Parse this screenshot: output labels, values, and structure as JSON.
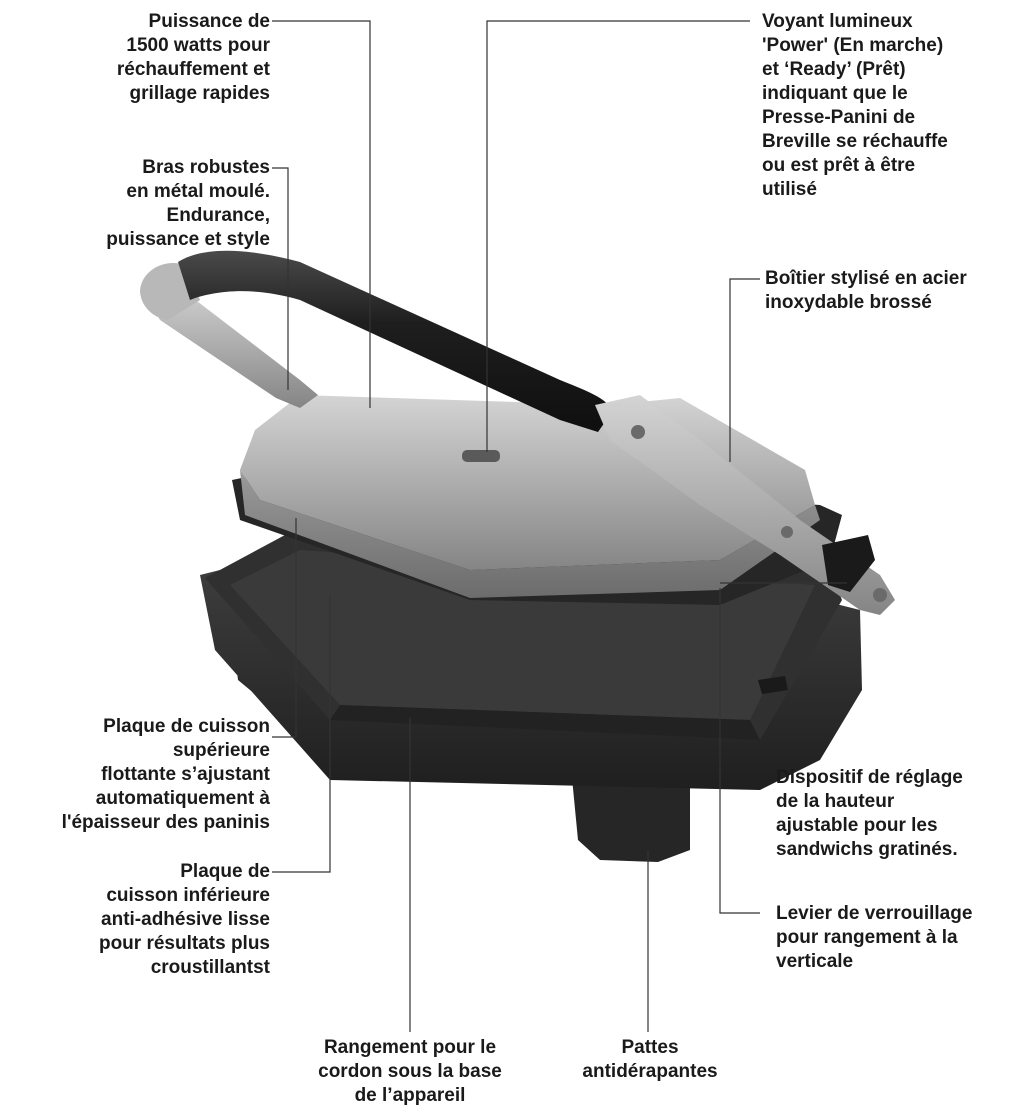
{
  "callouts": {
    "puissance": "Puissance de\n1500 watts pour\nréchauffement et\ngrillage rapides",
    "bras": "Bras robustes\nen métal moulé.\nEndurance,\npuissance et style",
    "voyant": "Voyant lumineux\n'Power' (En marche)\net ‘Ready’ (Prêt)\nindiquant que le\nPresse-Panini de\nBreville se réchauffe\nou est prêt à être\nutilisé",
    "boitier": "Boîtier stylisé en acier\ninoxydable brossé",
    "plaque_sup": "Plaque de cuisson\nsupérieure\nflottante s’ajustant\nautomatiquement à\nl'épaisseur des paninis",
    "plaque_inf": "Plaque de\ncuisson inférieure\nanti-adhésive lisse\npour résultats plus\ncroustillantst",
    "reglage": "Dispositif de réglage\nde la hauteur\najustable pour les\nsandwichs gratinés.",
    "levier": "Levier de verrouillage\npour rangement à la\nverticale",
    "rangement": "Rangement pour le\ncordon sous la base\nde l’appareil",
    "pattes": "Pattes\nantidérapantes"
  },
  "colors": {
    "text": "#1a1a1a",
    "leader": "#333333",
    "steel": "#a9a9a9",
    "base": "#2e2e2e",
    "handle": "#1c1c1c"
  }
}
